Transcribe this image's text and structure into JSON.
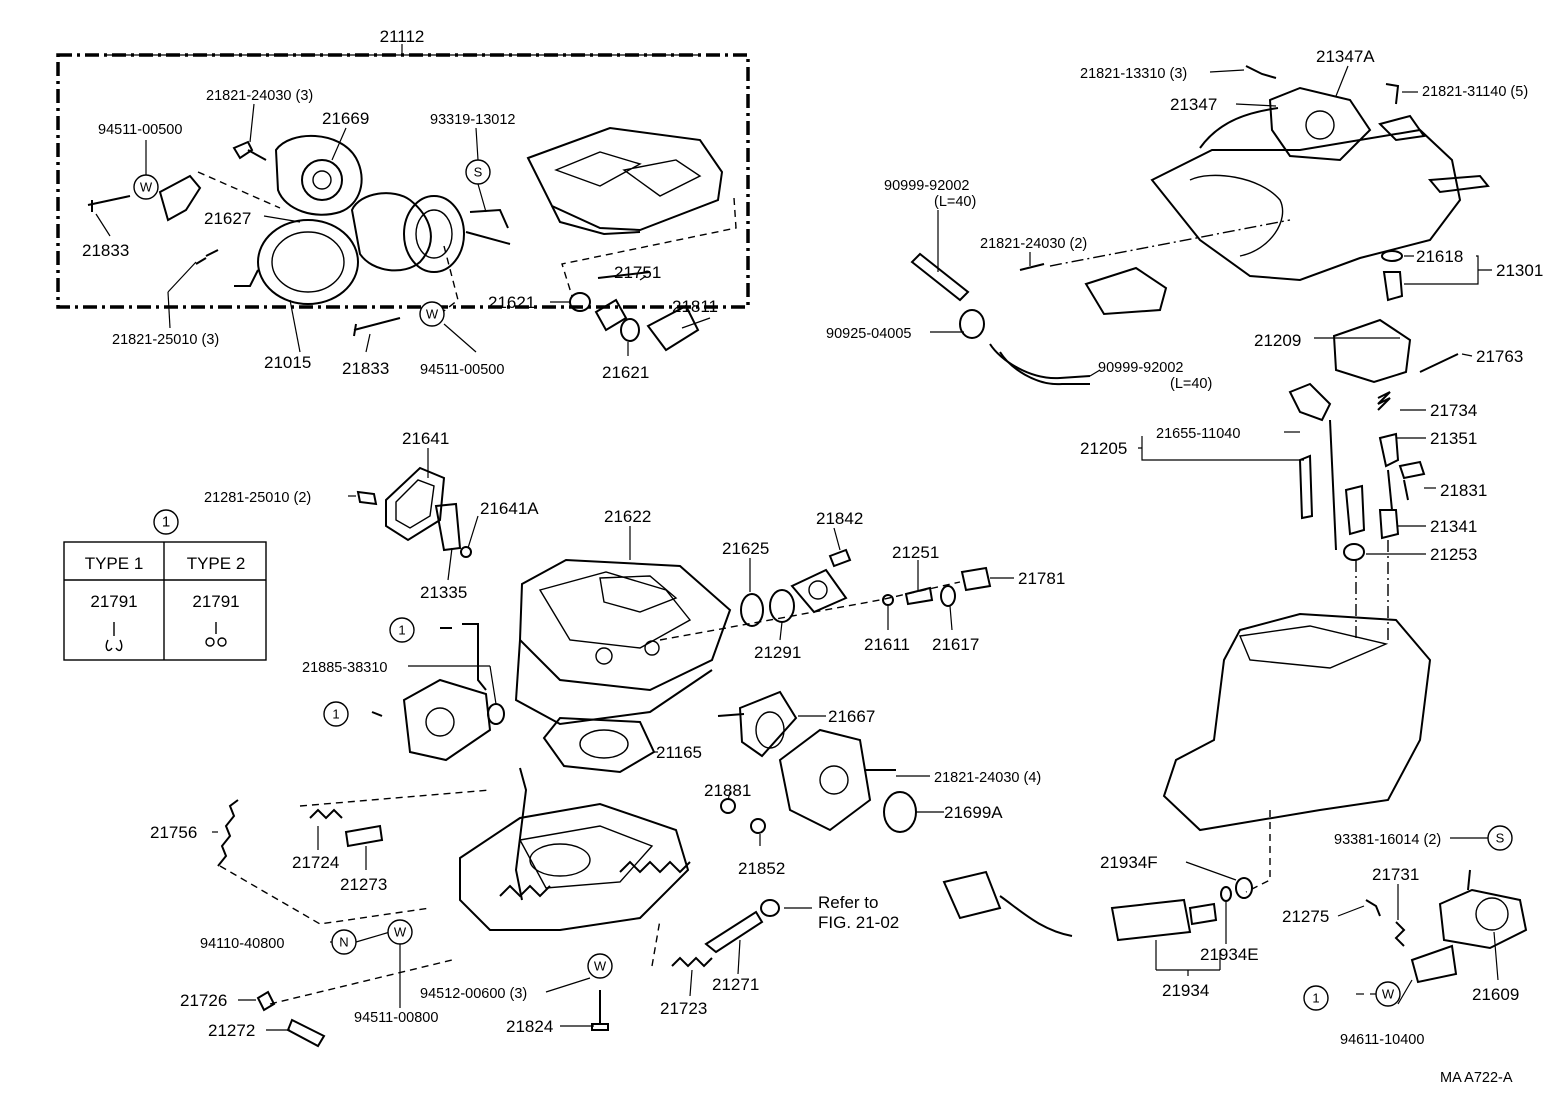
{
  "group_label": "21112",
  "labels": {
    "p21821_24030_3": "21821-24030 (3)",
    "p21669": "21669",
    "p93319_13012": "93319-13012",
    "p94511_00500_a": "94511-00500",
    "p21833_a": "21833",
    "p21627": "21627",
    "p21821_25010_3": "21821-25010 (3)",
    "p21015": "21015",
    "p21833_b": "21833",
    "p94511_00500_b": "94511-00500",
    "p21751": "21751",
    "p21621_a": "21621",
    "p21811": "21811",
    "p21621_b": "21621",
    "p21821_13310_3": "21821-13310 (3)",
    "p21347A": "21347A",
    "p21821_31140_5": "21821-31140 (5)",
    "p21347": "21347",
    "p90999_92002_a": "90999-92002",
    "l40_a": "(L=40)",
    "p21821_24030_2": "21821-24030 (2)",
    "p90925_04005": "90925-04005",
    "p90999_92002_b": "90999-92002",
    "l40_b": "(L=40)",
    "p21618": "21618",
    "p21301": "21301",
    "p21209": "21209",
    "p21763": "21763",
    "p21734": "21734",
    "p21655_11040": "21655-11040",
    "p21205": "21205",
    "p21351": "21351",
    "p21831": "21831",
    "p21341": "21341",
    "p21253": "21253",
    "p21641": "21641",
    "p21281_25010_2": "21281-25010 (2)",
    "p21641A": "21641A",
    "p21622": "21622",
    "p21335": "21335",
    "p21625": "21625",
    "p21842": "21842",
    "p21251": "21251",
    "p21781": "21781",
    "p21611": "21611",
    "p21617": "21617",
    "p21291": "21291",
    "p21885_38310": "21885-38310",
    "p21667": "21667",
    "p21165": "21165",
    "p21821_24030_4": "21821-24030 (4)",
    "p21881": "21881",
    "p21699A": "21699A",
    "p21852": "21852",
    "p21756": "21756",
    "p21724": "21724",
    "p21273": "21273",
    "p94110_40800": "94110-40800",
    "p94511_00800": "94511-00800",
    "p94512_00600_3": "94512-00600 (3)",
    "p21726": "21726",
    "p21272": "21272",
    "p21824": "21824",
    "p21723": "21723",
    "p21271": "21271",
    "refer_to": "Refer to",
    "fig_ref": "FIG. 21-02",
    "p21934F": "21934F",
    "p21934E": "21934E",
    "p21934": "21934",
    "p93381_16014_2": "93381-16014 (2)",
    "p21731": "21731",
    "p21275": "21275",
    "p21609": "21609",
    "p94611_10400": "94611-10400",
    "code": "MA  A722-A"
  },
  "symbols": {
    "washer": "W",
    "screw": "S",
    "nut": "N",
    "one": "1"
  },
  "type_table": {
    "header_symbol": "1",
    "col1_title": "TYPE 1",
    "col2_title": "TYPE 2",
    "col1_part": "21791",
    "col2_part": "21791"
  }
}
